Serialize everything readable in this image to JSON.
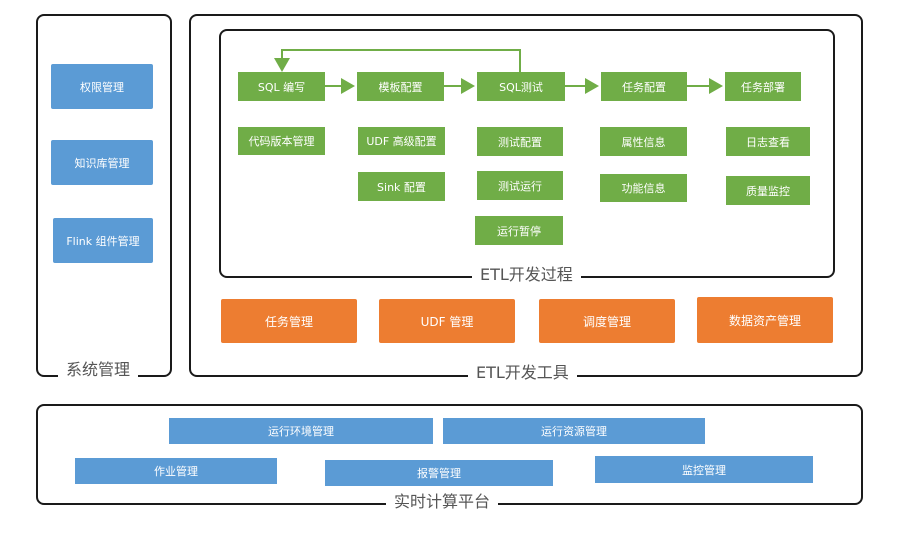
{
  "system_mgmt": {
    "title": "系统管理",
    "items": [
      "权限管理",
      "知识库管理",
      "Flink 组件管理"
    ]
  },
  "etl_tools": {
    "title": "ETL开发工具",
    "process": {
      "title": "ETL开发过程",
      "stages": [
        "SQL 编写",
        "模板配置",
        "SQL测试",
        "任务配置",
        "任务部署"
      ],
      "sub": {
        "sql_write": [
          "代码版本管理"
        ],
        "template": [
          "UDF 高级配置",
          "Sink 配置"
        ],
        "sql_test": [
          "测试配置",
          "测试运行",
          "运行暂停"
        ],
        "task_config": [
          "属性信息",
          "功能信息"
        ],
        "task_deploy": [
          "日志查看",
          "质量监控"
        ]
      }
    },
    "tools": [
      "任务管理",
      "UDF 管理",
      "调度管理",
      "数据资产管理"
    ]
  },
  "platform": {
    "title": "实时计算平台",
    "items": [
      "运行环境管理",
      "运行资源管理",
      "作业管理",
      "报警管理",
      "监控管理"
    ]
  },
  "colors": {
    "blue": "#5b9bd5",
    "green": "#70ad47",
    "orange": "#ed7d31",
    "frame": "#1a1a1a"
  }
}
